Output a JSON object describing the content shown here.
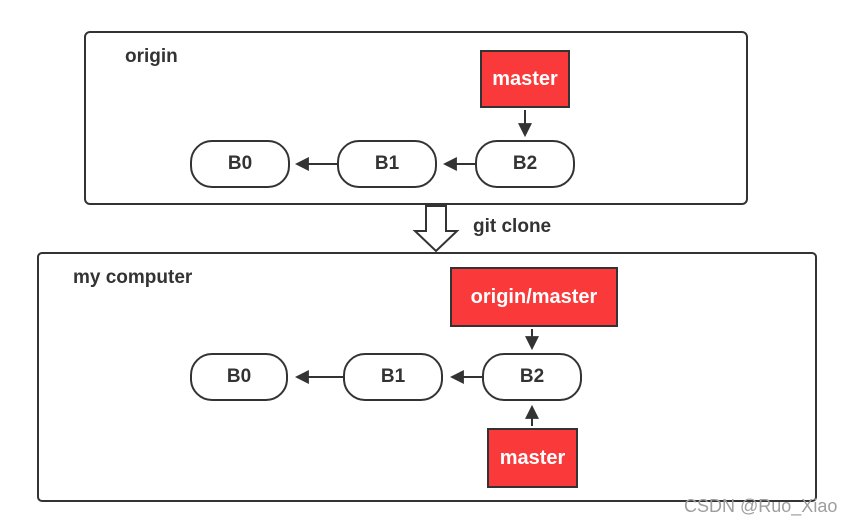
{
  "panels": {
    "origin": {
      "title": "origin",
      "branch_label": "master",
      "commits": [
        "B0",
        "B1",
        "B2"
      ]
    },
    "local": {
      "title": "my computer",
      "remote_branch_label": "origin/master",
      "branch_label": "master",
      "commits": [
        "B0",
        "B1",
        "B2"
      ]
    }
  },
  "clone_arrow": {
    "label": "git clone"
  },
  "watermark": {
    "text": "CSDN @Ruo_Xiao"
  },
  "colors": {
    "branch_fill": "#fa3a3a",
    "branch_text": "#ffffff",
    "stroke": "#333333",
    "watermark_text": "#9e9e9e"
  }
}
